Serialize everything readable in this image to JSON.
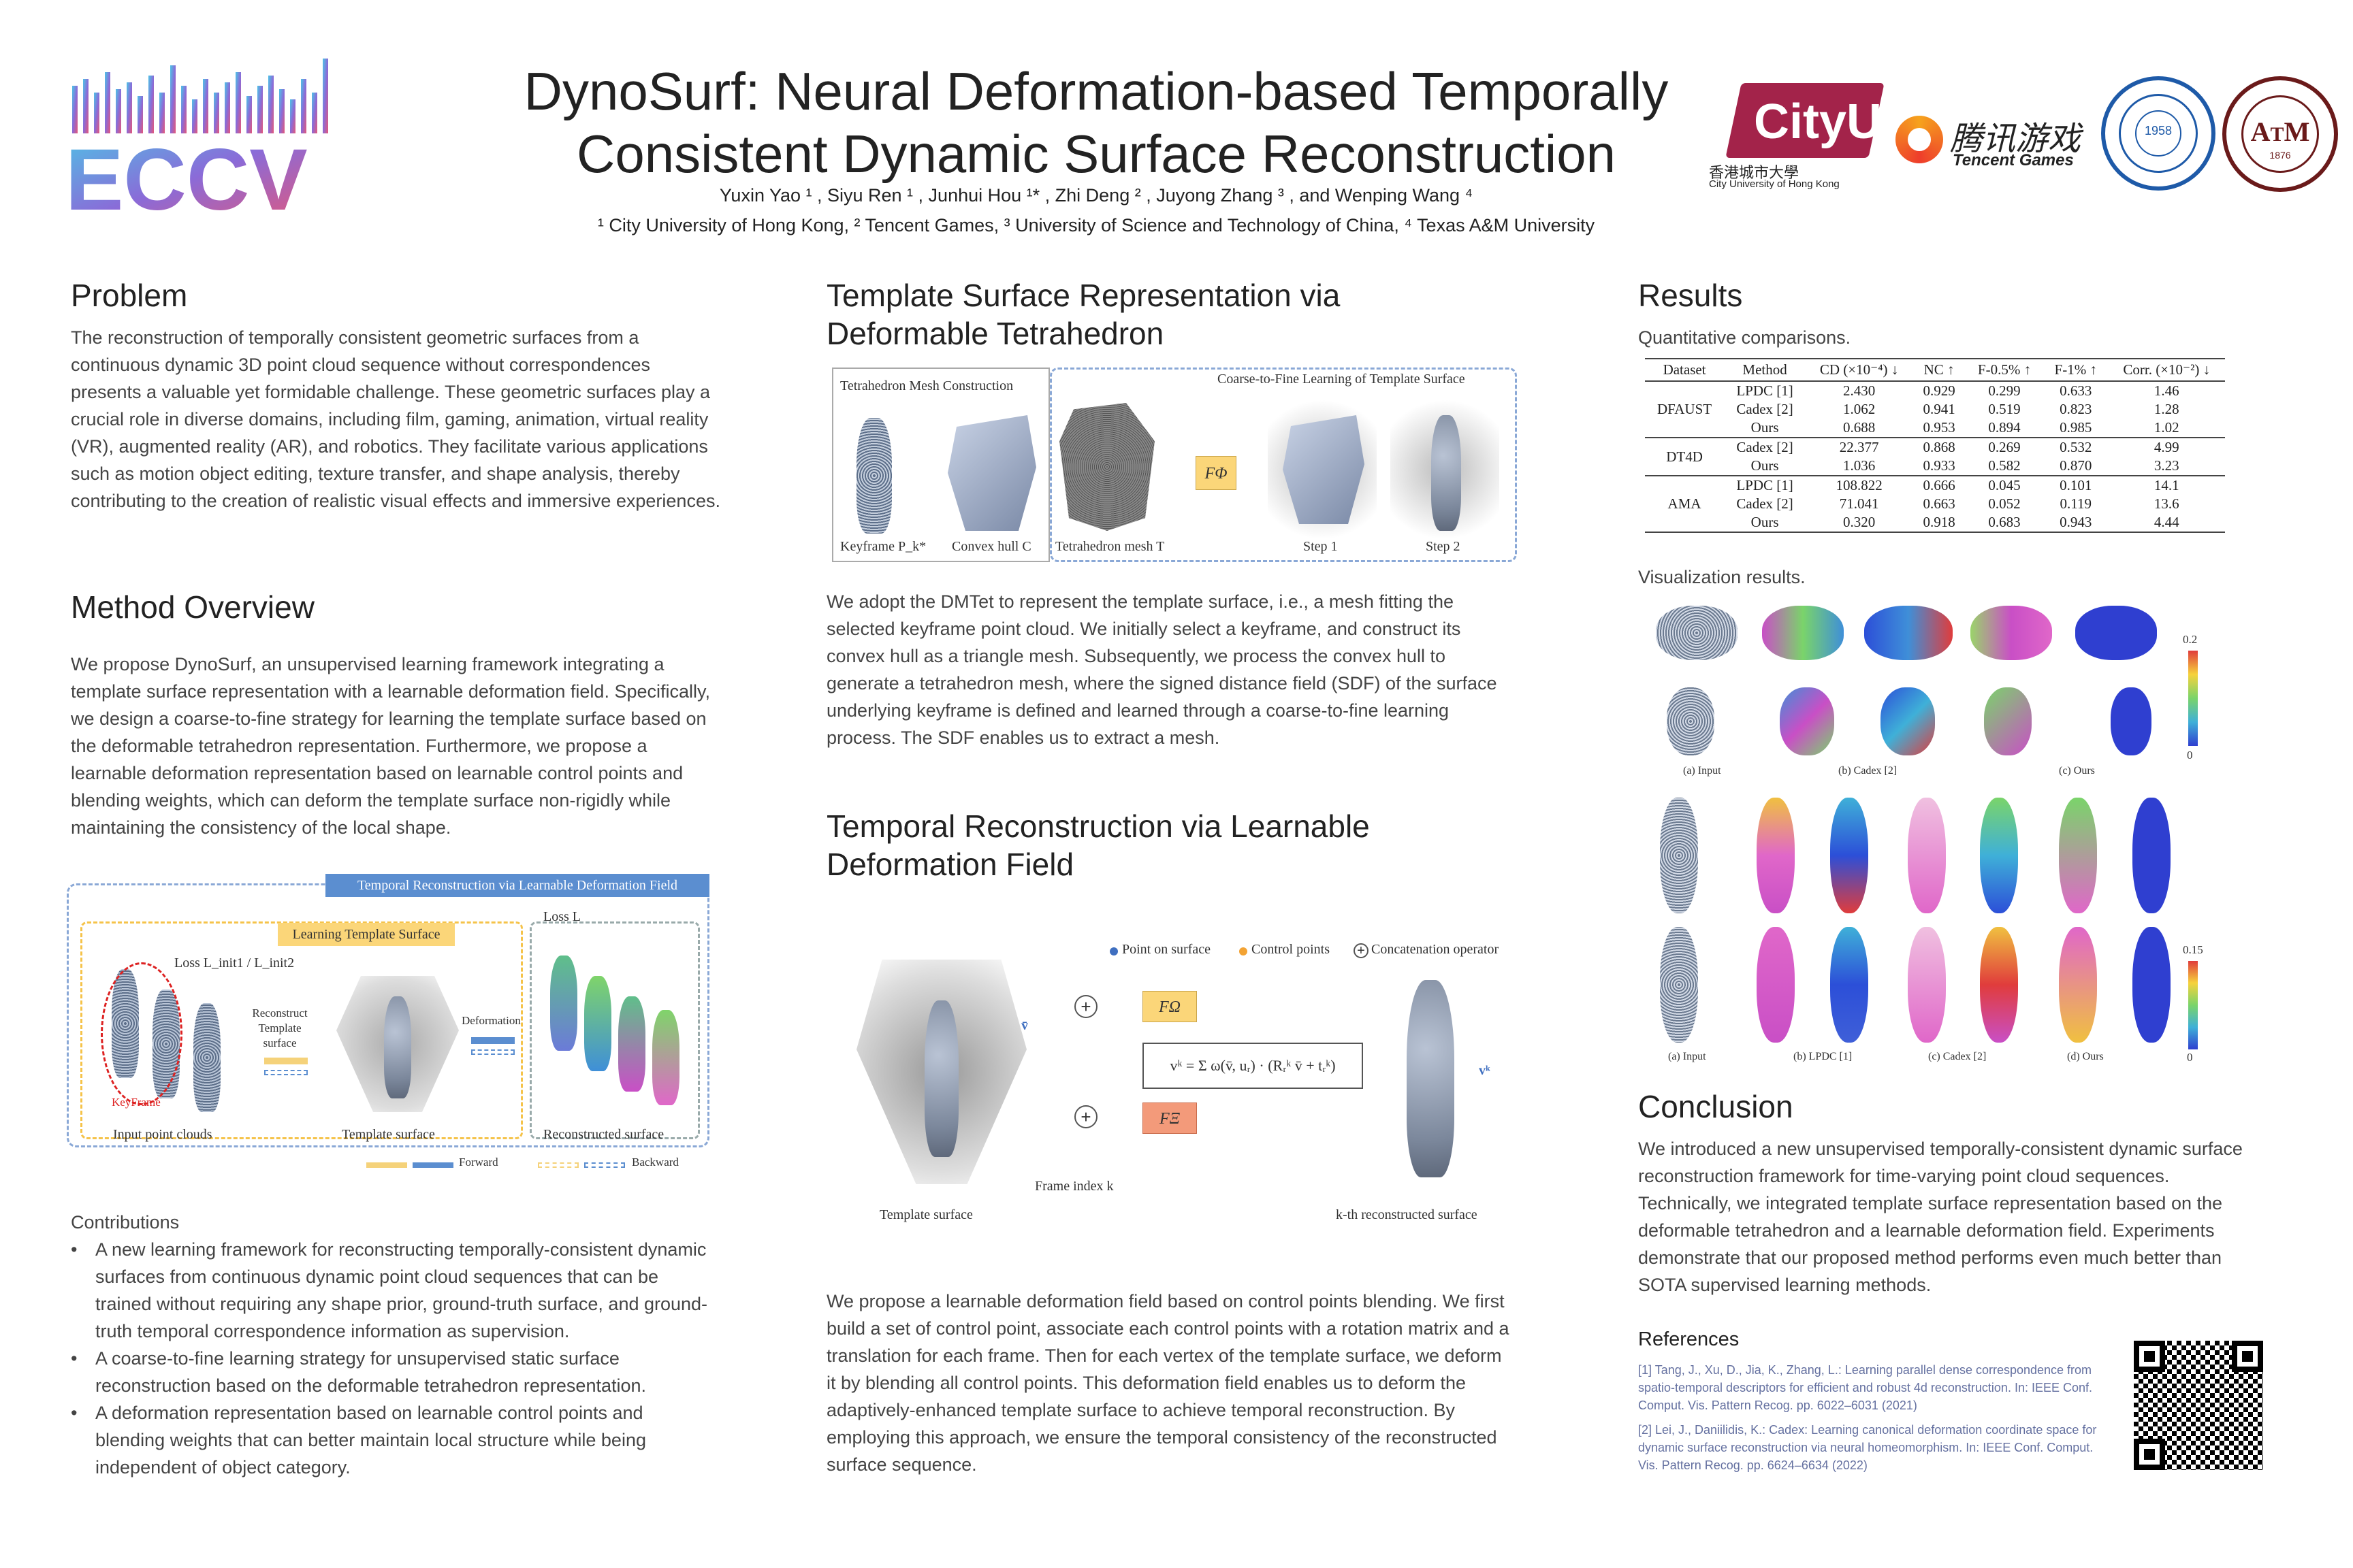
{
  "header": {
    "title_line1": "DynoSurf: Neural Deformation-based Temporally",
    "title_line2": "Consistent Dynamic Surface Reconstruction",
    "authors": "Yuxin Yao ¹ , Siyu Ren ¹ , Junhui Hou ¹* , Zhi Deng ² , Juyong Zhang ³ , and Wenping Wang ⁴",
    "affiliations": "¹ City University of Hong Kong, ² Tencent Games, ³ University of Science and Technology of China, ⁴ Texas A&M University",
    "logos": {
      "eccv": "ECCV",
      "cityu": "CityU",
      "cityu_cn": "香港城市大學",
      "cityu_en": "City University of Hong Kong",
      "tencent_cn": "腾讯游戏",
      "tencent_en": "Tencent Games",
      "ustc_year": "1958",
      "tamu_year": "1876"
    }
  },
  "problem": {
    "heading": "Problem",
    "text": "The reconstruction of temporally consistent geometric surfaces from a continuous dynamic 3D point cloud sequence without correspondences presents a valuable yet formidable challenge. These geometric surfaces play a crucial role in diverse domains, including film, gaming, animation, virtual reality (VR), augmented reality (AR), and robotics. They facilitate various applications such as motion object editing, texture transfer, and shape analysis, thereby contributing to the creation of realistic visual effects and immersive experiences."
  },
  "method": {
    "heading": "Method Overview",
    "text": "We propose DynoSurf, an unsupervised learning framework integrating a template surface representation with a learnable deformation field. Specifically, we design a coarse-to-fine strategy for learning the template surface based on the deformable tetrahedron representation. Furthermore, we propose a learnable deformation representation based on learnable control points and blending weights, which can deform the template surface non-rigidly while maintaining the consistency of the local shape.",
    "figure": {
      "banner": "Temporal Reconstruction via Learnable Deformation Field",
      "learning_template": "Learning Template Surface",
      "loss_init": "Loss L_init1 / L_init2",
      "loss_l": "Loss L",
      "reconstruct": "Reconstruct Template surface",
      "deformation": "Deformation",
      "keyframe": "KeyFrame",
      "input_label": "Input point clouds",
      "template_label": "Template surface",
      "recon_label": "Reconstructed surface",
      "forward": "Forward",
      "backward": "Backward"
    },
    "contributions_heading": "Contributions",
    "contributions": [
      "A new learning framework for reconstructing temporally-consistent dynamic surfaces from continuous dynamic point cloud sequences that can be trained without requiring any shape prior, ground-truth surface, and ground-truth temporal correspondence information as supervision.",
      "A coarse-to-fine learning strategy for unsupervised static surface reconstruction based on the deformable tetrahedron representation.",
      "A deformation representation based on learnable control points and blending weights that can better maintain local structure while being independent of object category."
    ]
  },
  "template": {
    "heading_line1": "Template Surface Representation via",
    "heading_line2": "Deformable Tetrahedron",
    "figure": {
      "left_title": "Tetrahedron Mesh Construction",
      "right_title": "Coarse-to-Fine Learning of Template Surface",
      "keyframe": "Keyframe P_k*",
      "convex": "Convex hull C",
      "tetra": "Tetrahedron mesh T",
      "f_phi": "FΦ",
      "step1": "Step 1",
      "step2": "Step 2"
    },
    "text": "We adopt the DMTet to represent the template surface, i.e., a mesh fitting the selected keyframe point cloud. We initially select a keyframe, and construct its convex hull as a triangle mesh. Subsequently, we process the convex hull to generate a tetrahedron mesh, where the signed distance field (SDF) of the surface underlying keyframe is defined and learned through a coarse-to-fine learning process. The SDF enables us to extract a mesh."
  },
  "temporal": {
    "heading_line1": "Temporal Reconstruction via Learnable",
    "heading_line2": "Deformation Field",
    "figure": {
      "legend_point": "Point on surface",
      "legend_control": "Control points",
      "legend_concat": "Concatenation operator",
      "f_omega": "FΩ",
      "f_xi": "FΞ",
      "formula": "vᵏ = Σ ω(v̄, uᵣ) · (Rᵣᵏ v̄ + tᵣᵏ)",
      "v_bar": "v̄",
      "v_k": "vᵏ",
      "frame_index": "Frame index k",
      "template_label": "Template surface",
      "recon_label": "k-th reconstructed surface"
    },
    "text": "We propose a learnable deformation field based on control points blending. We first build a set of control point, associate each control points with a rotation matrix and a translation for each frame. Then for each vertex of the template surface, we deform it by blending all control points. This deformation field enables us to deform the adaptively-enhanced template surface to achieve temporal reconstruction. By employing this approach, we ensure the temporal consistency of the reconstructed surface sequence."
  },
  "results": {
    "heading": "Results",
    "quant_label": "Quantitative comparisons.",
    "table": {
      "headers": [
        "Dataset",
        "Method",
        "CD (×10⁻⁴) ↓",
        "NC ↑",
        "F-0.5% ↑",
        "F-1% ↑",
        "Corr. (×10⁻²) ↓"
      ],
      "groups": [
        {
          "dataset": "DFAUST",
          "rows": [
            [
              "LPDC [1]",
              "2.430",
              "0.929",
              "0.299",
              "0.633",
              "1.46"
            ],
            [
              "Cadex [2]",
              "1.062",
              "0.941",
              "0.519",
              "0.823",
              "1.28"
            ],
            [
              "Ours",
              "0.688",
              "0.953",
              "0.894",
              "0.985",
              "1.02"
            ]
          ]
        },
        {
          "dataset": "DT4D",
          "rows": [
            [
              "Cadex [2]",
              "22.377",
              "0.868",
              "0.269",
              "0.532",
              "4.99"
            ],
            [
              "Ours",
              "1.036",
              "0.933",
              "0.582",
              "0.870",
              "3.23"
            ]
          ]
        },
        {
          "dataset": "AMA",
          "rows": [
            [
              "LPDC [1]",
              "108.822",
              "0.666",
              "0.045",
              "0.101",
              "14.1"
            ],
            [
              "Cadex [2]",
              "71.041",
              "0.663",
              "0.052",
              "0.119",
              "13.6"
            ],
            [
              "Ours",
              "0.320",
              "0.918",
              "0.683",
              "0.943",
              "4.44"
            ]
          ]
        }
      ]
    },
    "viz_label": "Visualization results.",
    "viz1": {
      "labels": [
        "(a) Input",
        "(b) Cadex [2]",
        "(c) Ours"
      ],
      "scale_max": "0.2",
      "scale_min": "0"
    },
    "viz2": {
      "labels": [
        "(a) Input",
        "(b) LPDC [1]",
        "(c) Cadex [2]",
        "(d) Ours"
      ],
      "scale_max": "0.15",
      "scale_min": "0"
    }
  },
  "conclusion": {
    "heading": "Conclusion",
    "text": "We introduced a new unsupervised temporally-consistent dynamic surface reconstruction framework for time-varying point cloud sequences. Technically, we integrated template surface representation based on the deformable tetrahedron and a learnable deformation field. Experiments demonstrate that our proposed method performs even much better than SOTA supervised learning methods."
  },
  "references": {
    "heading": "References",
    "items": [
      "[1] Tang, J., Xu, D., Jia, K., Zhang, L.: Learning parallel dense correspondence from spatio-temporal descriptors for efficient and robust 4d reconstruction. In: IEEE Conf. Comput. Vis. Pattern Recog. pp. 6022–6031 (2021)",
      "[2] Lei, J., Daniilidis, K.: Cadex: Learning canonical deformation coordinate space for dynamic surface reconstruction via neural homeomorphism. In: IEEE Conf. Comput. Vis. Pattern Recog. pp. 6624–6634 (2022)"
    ]
  },
  "colors": {
    "eccv_start": "#5b7fe0",
    "eccv_end": "#e05a78",
    "cityu": "#a3234a",
    "fig_blue": "#5b8ed0",
    "fig_yellow": "#f5d27a",
    "f_phi_bg": "#fbd679",
    "f_xi_bg": "#f39a7a"
  }
}
